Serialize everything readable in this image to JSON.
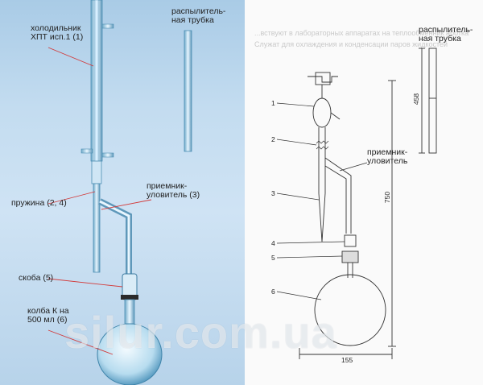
{
  "photo": {
    "labels": {
      "condenser": "холодильник\nХПТ исп.1 (1)",
      "spray_tube": "распылитель-\nная трубка",
      "receiver": "приемник-\nуловитель (3)",
      "spring": "пружина (2, 4)",
      "clamp": "скоба (5)",
      "flask": "колба К на\n500 мл (6)"
    }
  },
  "drawing": {
    "faint_text": [
      "...вствуют в лабораторных аппаратах на теплообменник  аботка",
      "Служат для охлаждения и конденсации паров жидкостей"
    ],
    "labels": {
      "spray_tube": "распылитель-\nная трубка",
      "receiver": "приемник-\nуловитель"
    },
    "part_numbers": [
      "1",
      "2",
      "3",
      "4",
      "5",
      "6"
    ],
    "dimensions": {
      "tube_length": "458",
      "total_height": "750",
      "width": "155"
    }
  },
  "watermark": "silur.com.ua"
}
